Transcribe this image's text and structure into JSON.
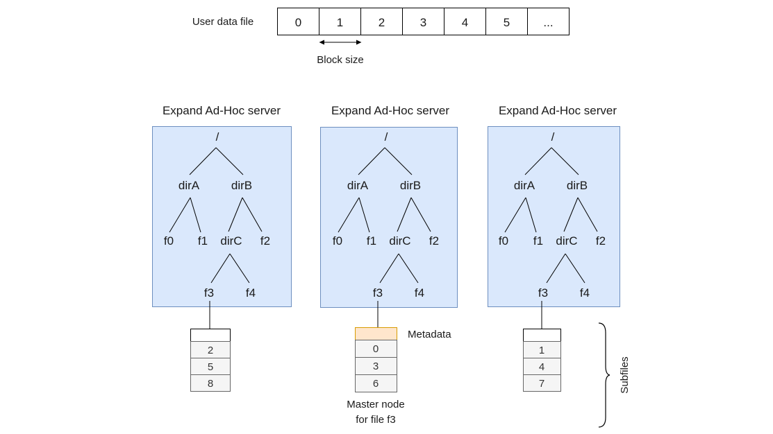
{
  "user_data_file": {
    "label": "User data file",
    "blocks": [
      "0",
      "1",
      "2",
      "3",
      "4",
      "5",
      "..."
    ],
    "block_size_label": "Block size"
  },
  "servers": [
    {
      "title": "Expand Ad-Hoc server",
      "tree": {
        "root": "/",
        "dir_a": "dirA",
        "dir_b": "dirB",
        "f0": "f0",
        "f1": "f1",
        "dir_c": "dirC",
        "f2": "f2",
        "f3": "f3",
        "f4": "f4"
      },
      "subfile": {
        "header": "",
        "cells": [
          "2",
          "5",
          "8"
        ],
        "metadata": false
      }
    },
    {
      "title": "Expand Ad-Hoc server",
      "tree": {
        "root": "/",
        "dir_a": "dirA",
        "dir_b": "dirB",
        "f0": "f0",
        "f1": "f1",
        "dir_c": "dirC",
        "f2": "f2",
        "f3": "f3",
        "f4": "f4"
      },
      "subfile": {
        "header": "",
        "cells": [
          "0",
          "3",
          "6"
        ],
        "metadata": true
      }
    },
    {
      "title": "Expand Ad-Hoc server",
      "tree": {
        "root": "/",
        "dir_a": "dirA",
        "dir_b": "dirB",
        "f0": "f0",
        "f1": "f1",
        "dir_c": "dirC",
        "f2": "f2",
        "f3": "f3",
        "f4": "f4"
      },
      "subfile": {
        "header": "",
        "cells": [
          "1",
          "4",
          "7"
        ],
        "metadata": false
      }
    }
  ],
  "metadata_label": "Metadata",
  "master_node_label": [
    "Master node",
    "for file f3"
  ],
  "subfiles_label": "Subfiles",
  "colors": {
    "server_fill": "#dae8fc",
    "server_stroke": "#6c8ebf",
    "metadata_fill": "#ffe6cc",
    "metadata_stroke": "#d79b00",
    "cell_fill": "#f5f5f5",
    "cell_stroke": "#666666"
  }
}
